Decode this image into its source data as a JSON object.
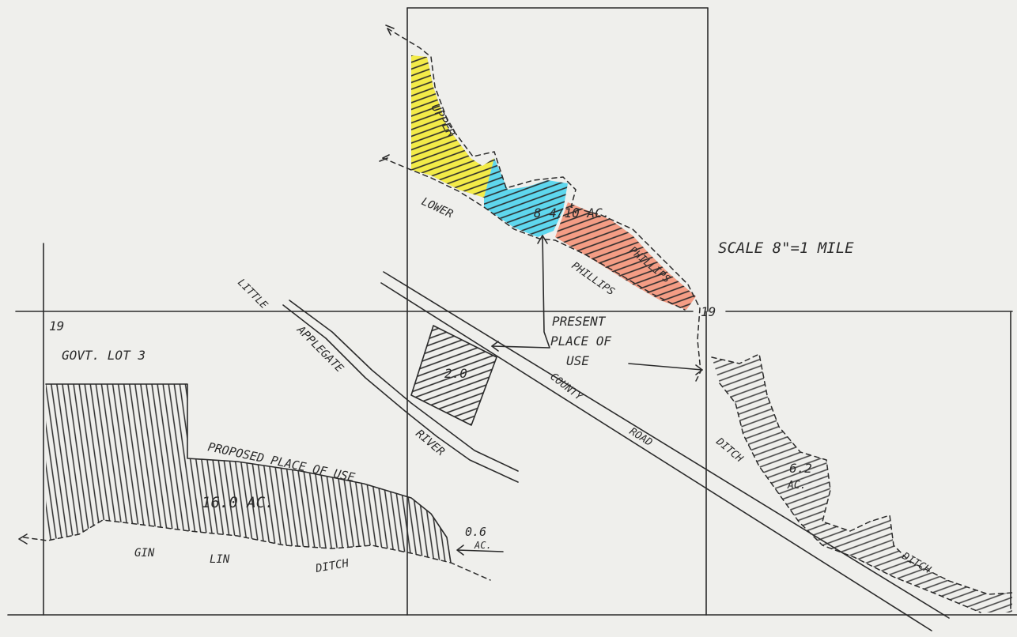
{
  "labels": {
    "scale": "SCALE 8\"=1 MILE",
    "section_number_left": "19",
    "section_number_right": "19",
    "govt_lot": "GOVT. LOT 3",
    "upper": "UPPER",
    "lower": "LOWER",
    "phillips_upper": "PHILLIPS",
    "phillips_lower": "PHILLIPS",
    "area_8": "8 4/10 AC.",
    "area_2": "2.0",
    "area_16": "16.0 AC.",
    "area_6": "6.2",
    "area_6_unit": "AC.",
    "area_0": "0.6",
    "area_0_unit": "AC.",
    "present_1": "PRESENT",
    "present_2": "PLACE OF",
    "present_3": "USE",
    "little": "LITTLE",
    "applegate": "APPLEGATE",
    "river": "RIVER",
    "county": "COUNTY",
    "road": "ROAD",
    "ditch_right_1": "DITCH",
    "ditch_right_2": "DITCH",
    "proposed": "PROPOSED PLACE OF USE",
    "gin_lin_ditch_1": "GIN",
    "gin_lin_ditch_2": "LIN",
    "gin_lin_ditch_3": "DITCH"
  },
  "colors": {
    "upper_fill": "#f3ea37",
    "lower_fill": "#4fd4ee",
    "phillips_fill": "#f4937a",
    "paper": "#efefec",
    "ink": "#2b2b2b"
  }
}
